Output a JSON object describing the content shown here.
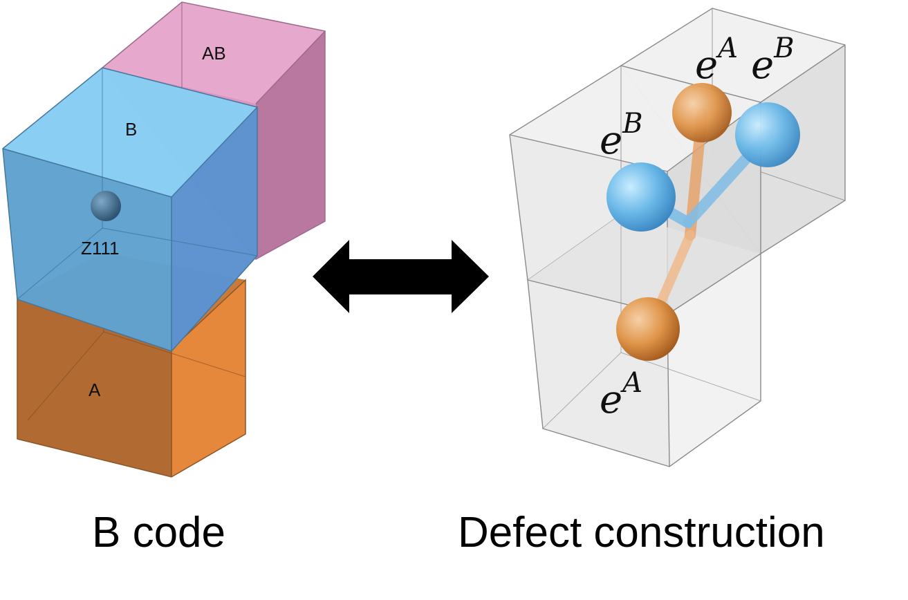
{
  "left_figure": {
    "cube_labels": {
      "ab": "AB",
      "b": "B",
      "a": "A"
    },
    "defect_label": "Z111",
    "colors": {
      "ab": "#d985b9",
      "b": "#6ec0ef",
      "a": "#e07f2a",
      "defect": "#3d6f95"
    },
    "caption": "B code"
  },
  "arrow": {
    "type": "double-headed-arrow",
    "color": "#000000"
  },
  "right_figure": {
    "excitations": {
      "top_left_base": "e",
      "top_left_sup": "B",
      "top_right_a_base": "e",
      "top_right_a_sup": "A",
      "top_right_b_base": "e",
      "top_right_b_sup": "B",
      "bottom_base": "e",
      "bottom_sup": "A"
    },
    "colors": {
      "blue_sphere": "#6ab8e8",
      "orange_sphere": "#e0954a",
      "box_fill": "#e6e6e6",
      "edge": "#8a8a8a"
    },
    "caption": "Defect construction"
  }
}
